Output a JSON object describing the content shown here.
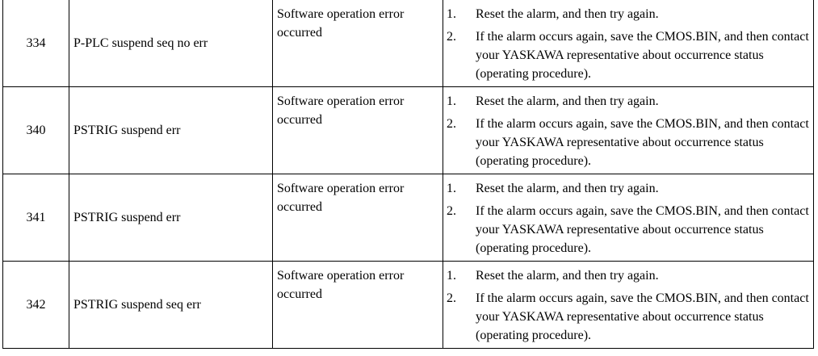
{
  "rows": [
    {
      "code": "334",
      "name": "P-PLC suspend seq no err",
      "cause": "Software operation error occurred",
      "steps": [
        {
          "num": "1.",
          "text": "Reset the alarm, and then try again."
        },
        {
          "num": "2.",
          "text": "If the alarm occurs again, save the CMOS.BIN, and then contact your YASKAWA representative about occurrence status (operating procedure)."
        }
      ]
    },
    {
      "code": "340",
      "name": "PSTRIG suspend err",
      "cause": "Software operation error occurred",
      "steps": [
        {
          "num": "1.",
          "text": "Reset the alarm, and then try again."
        },
        {
          "num": "2.",
          "text": "If the alarm occurs again, save the CMOS.BIN, and then contact your YASKAWA representative about occurrence status (operating procedure)."
        }
      ]
    },
    {
      "code": "341",
      "name": "PSTRIG suspend err",
      "cause": "Software operation error occurred",
      "steps": [
        {
          "num": "1.",
          "text": "Reset the alarm, and then try again."
        },
        {
          "num": "2.",
          "text": "If the alarm occurs again, save the CMOS.BIN, and then contact your YASKAWA representative about occurrence status (operating procedure)."
        }
      ]
    },
    {
      "code": "342",
      "name": "PSTRIG suspend seq err",
      "cause": "Software operation error occurred",
      "steps": [
        {
          "num": "1.",
          "text": "Reset the alarm, and then try again."
        },
        {
          "num": "2.",
          "text": "If the alarm occurs again, save the CMOS.BIN, and then contact your YASKAWA representative about occurrence status (operating procedure)."
        }
      ]
    }
  ]
}
